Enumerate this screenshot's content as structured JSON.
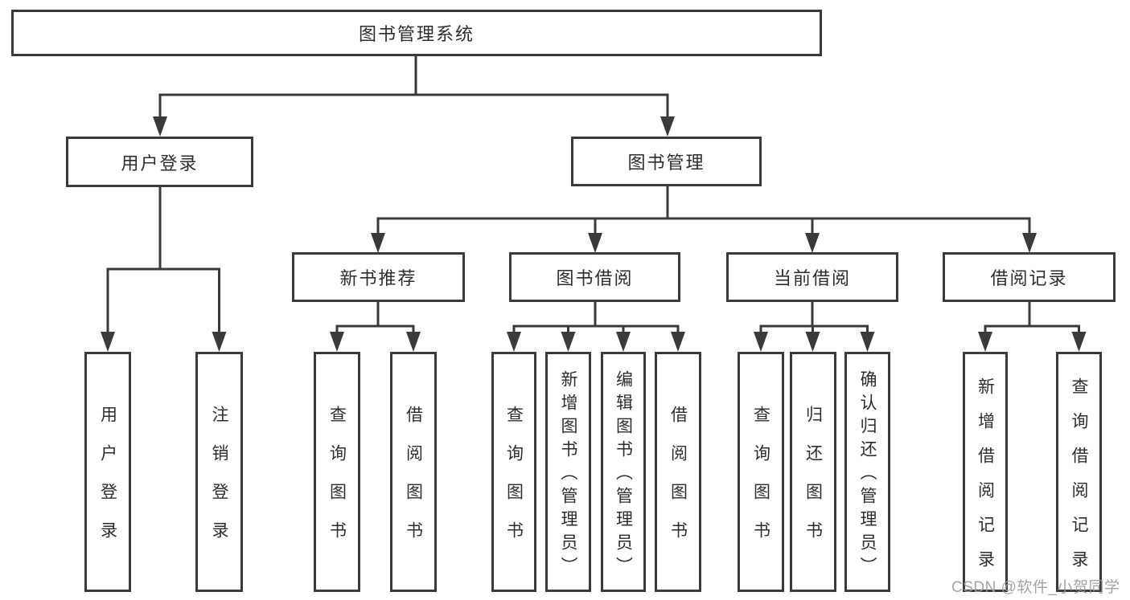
{
  "diagram": {
    "title": "图书管理系统",
    "watermark": "CSDN @软件_小贺同学",
    "level2": [
      {
        "label": "用户登录"
      },
      {
        "label": "图书管理"
      }
    ],
    "level3": [
      {
        "label": "新书推荐"
      },
      {
        "label": "图书借阅"
      },
      {
        "label": "当前借阅"
      },
      {
        "label": "借阅记录"
      }
    ],
    "leaves": {
      "user_login": [
        {
          "label": "用户登录"
        },
        {
          "label": "注销登录"
        }
      ],
      "new_book": [
        {
          "label": "查询图书"
        },
        {
          "label": "借阅图书"
        }
      ],
      "book_borrowing": [
        {
          "label": "查询图书"
        },
        {
          "label": "新增图书（管理员）"
        },
        {
          "label": "编辑图书（管理员）"
        },
        {
          "label": "借阅图书"
        }
      ],
      "current_borrowing": [
        {
          "label": "查询图书"
        },
        {
          "label": "归还图书"
        },
        {
          "label": "确认归还（管理员）"
        }
      ],
      "borrowing_records": [
        {
          "label": "新增借阅记录"
        },
        {
          "label": "查询借阅记录"
        }
      ]
    },
    "colors": {
      "line": "#3a3a3a",
      "text": "#2d2d2d",
      "watermark": "#9b9b9b",
      "background": "#ffffff"
    }
  }
}
